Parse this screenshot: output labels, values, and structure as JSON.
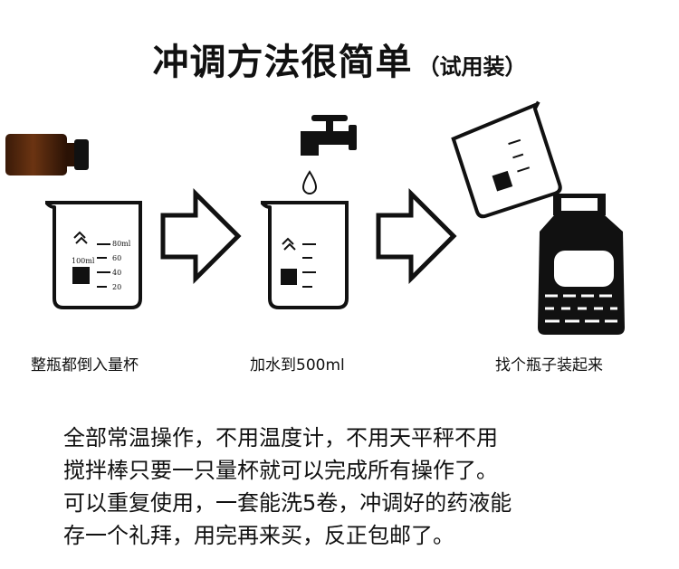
{
  "title": {
    "main": "冲调方法很简单",
    "sub": "（试用装）"
  },
  "beaker": {
    "volume_main": "100ml",
    "ticks": [
      "80ml",
      "60",
      "40",
      "20"
    ]
  },
  "steps": [
    {
      "label": "整瓶都倒入量杯"
    },
    {
      "label": "加水到500ml"
    },
    {
      "label": "找个瓶子装起来"
    }
  ],
  "description": [
    "全部常温操作，不用温度计，不用天平秤不用",
    "搅拌棒只要一只量杯就可以完成所有操作了。",
    "可以重复使用，一套能洗5卷，冲调好的药液能",
    "存一个礼拜，用完再来买，反正包邮了。"
  ]
}
